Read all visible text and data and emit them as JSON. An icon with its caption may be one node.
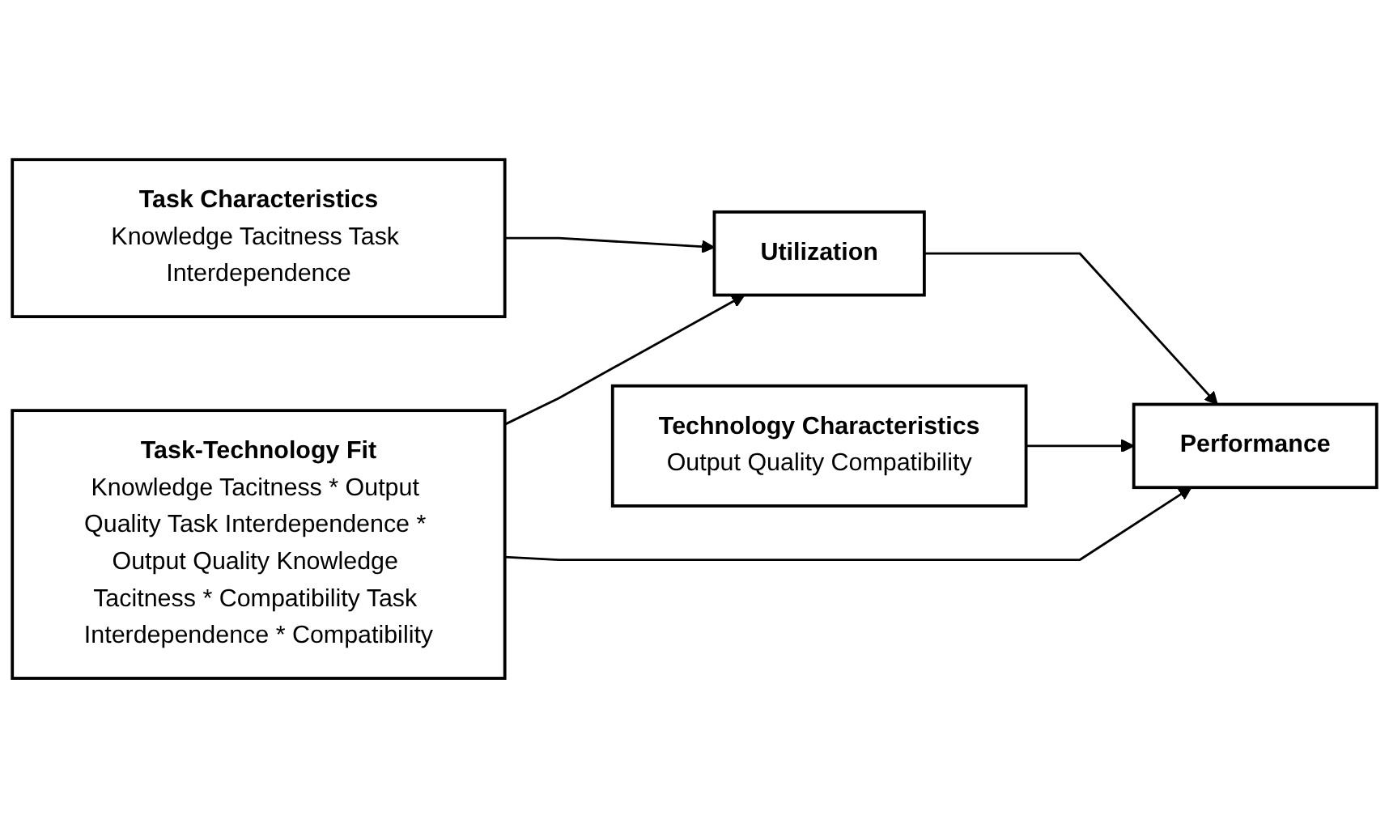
{
  "diagram": {
    "nodes": [
      {
        "text": [
          "Task Characteristics",
          "Knowledge Tacitness Task Interdependence"
        ]
      },
      {
        "text": [
          "Utilization"
        ]
      },
      {
        "text": [
          "Task-Technology Fit",
          "Knowledge Tacitness * Output Quality Task Interdependence * Output Quality Knowledge Tacitness * Compatibility Task Interdependence * Compatibility"
        ]
      },
      {
        "text": [
          "Technology Characteristics",
          "Output Quality Compatibility"
        ]
      },
      {
        "text": [
          "Performance"
        ]
      }
    ],
    "edges": [
      {
        "from": 0,
        "to": 1,
        "arrow": "to"
      },
      {
        "from": 2,
        "to": 1,
        "arrow": "to"
      },
      {
        "from": 2,
        "to": 4,
        "arrow": "to"
      },
      {
        "from": 1,
        "to": 4,
        "arrow": "to"
      },
      {
        "from": 3,
        "to": 4,
        "arrow": "to"
      }
    ]
  }
}
